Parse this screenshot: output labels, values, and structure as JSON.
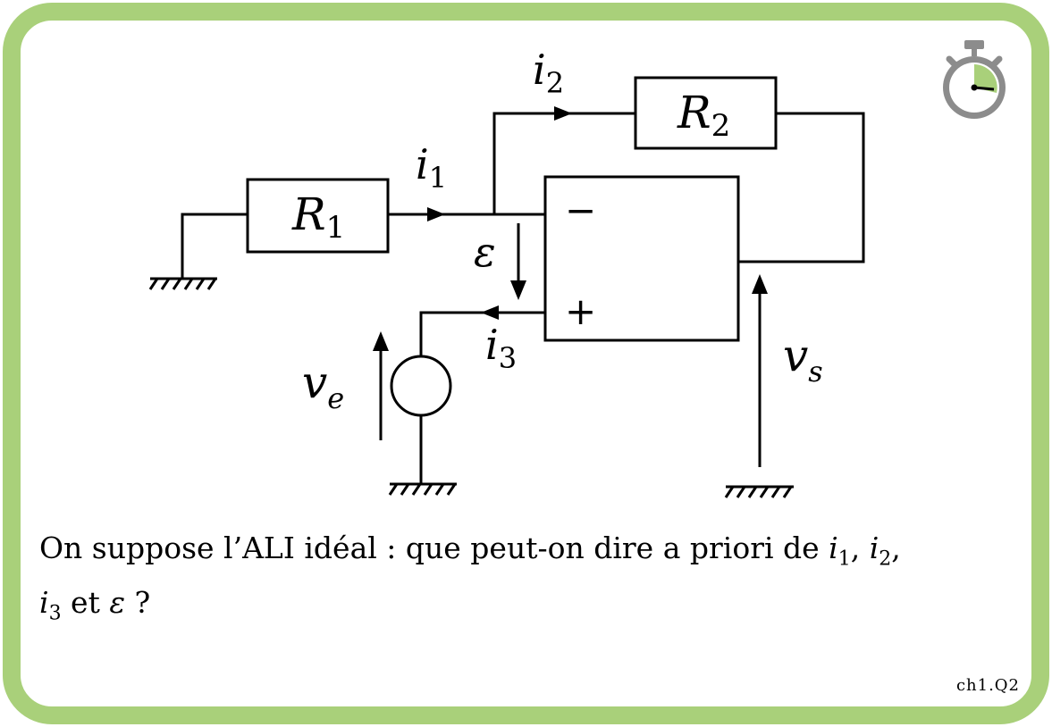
{
  "card": {
    "frame_color": "#a9d07a",
    "timer_icon": "stopwatch-icon",
    "timer_accent": "#a9d07a",
    "id": "ch1.Q2"
  },
  "circuit": {
    "r1_label": "R",
    "r1_sub": "1",
    "r2_label": "R",
    "r2_sub": "2",
    "i1_label": "i",
    "i1_sub": "1",
    "i2_label": "i",
    "i2_sub": "2",
    "i3_label": "i",
    "i3_sub": "3",
    "epsilon_label": "ε",
    "ve_label": "v",
    "ve_sub": "e",
    "vs_label": "v",
    "vs_sub": "s",
    "minus_sign": "−",
    "plus_sign": "+"
  },
  "question": {
    "text_1": "On suppose l’ALI idéal : que peut-on dire a priori de ",
    "i1": "i",
    "i1_sub": "1",
    "sep_1": ", ",
    "i2": "i",
    "i2_sub": "2",
    "sep_2": ",",
    "i3": "i",
    "i3_sub": "3",
    "text_2": " et ",
    "epsilon": "ε",
    "text_3": " ?"
  }
}
